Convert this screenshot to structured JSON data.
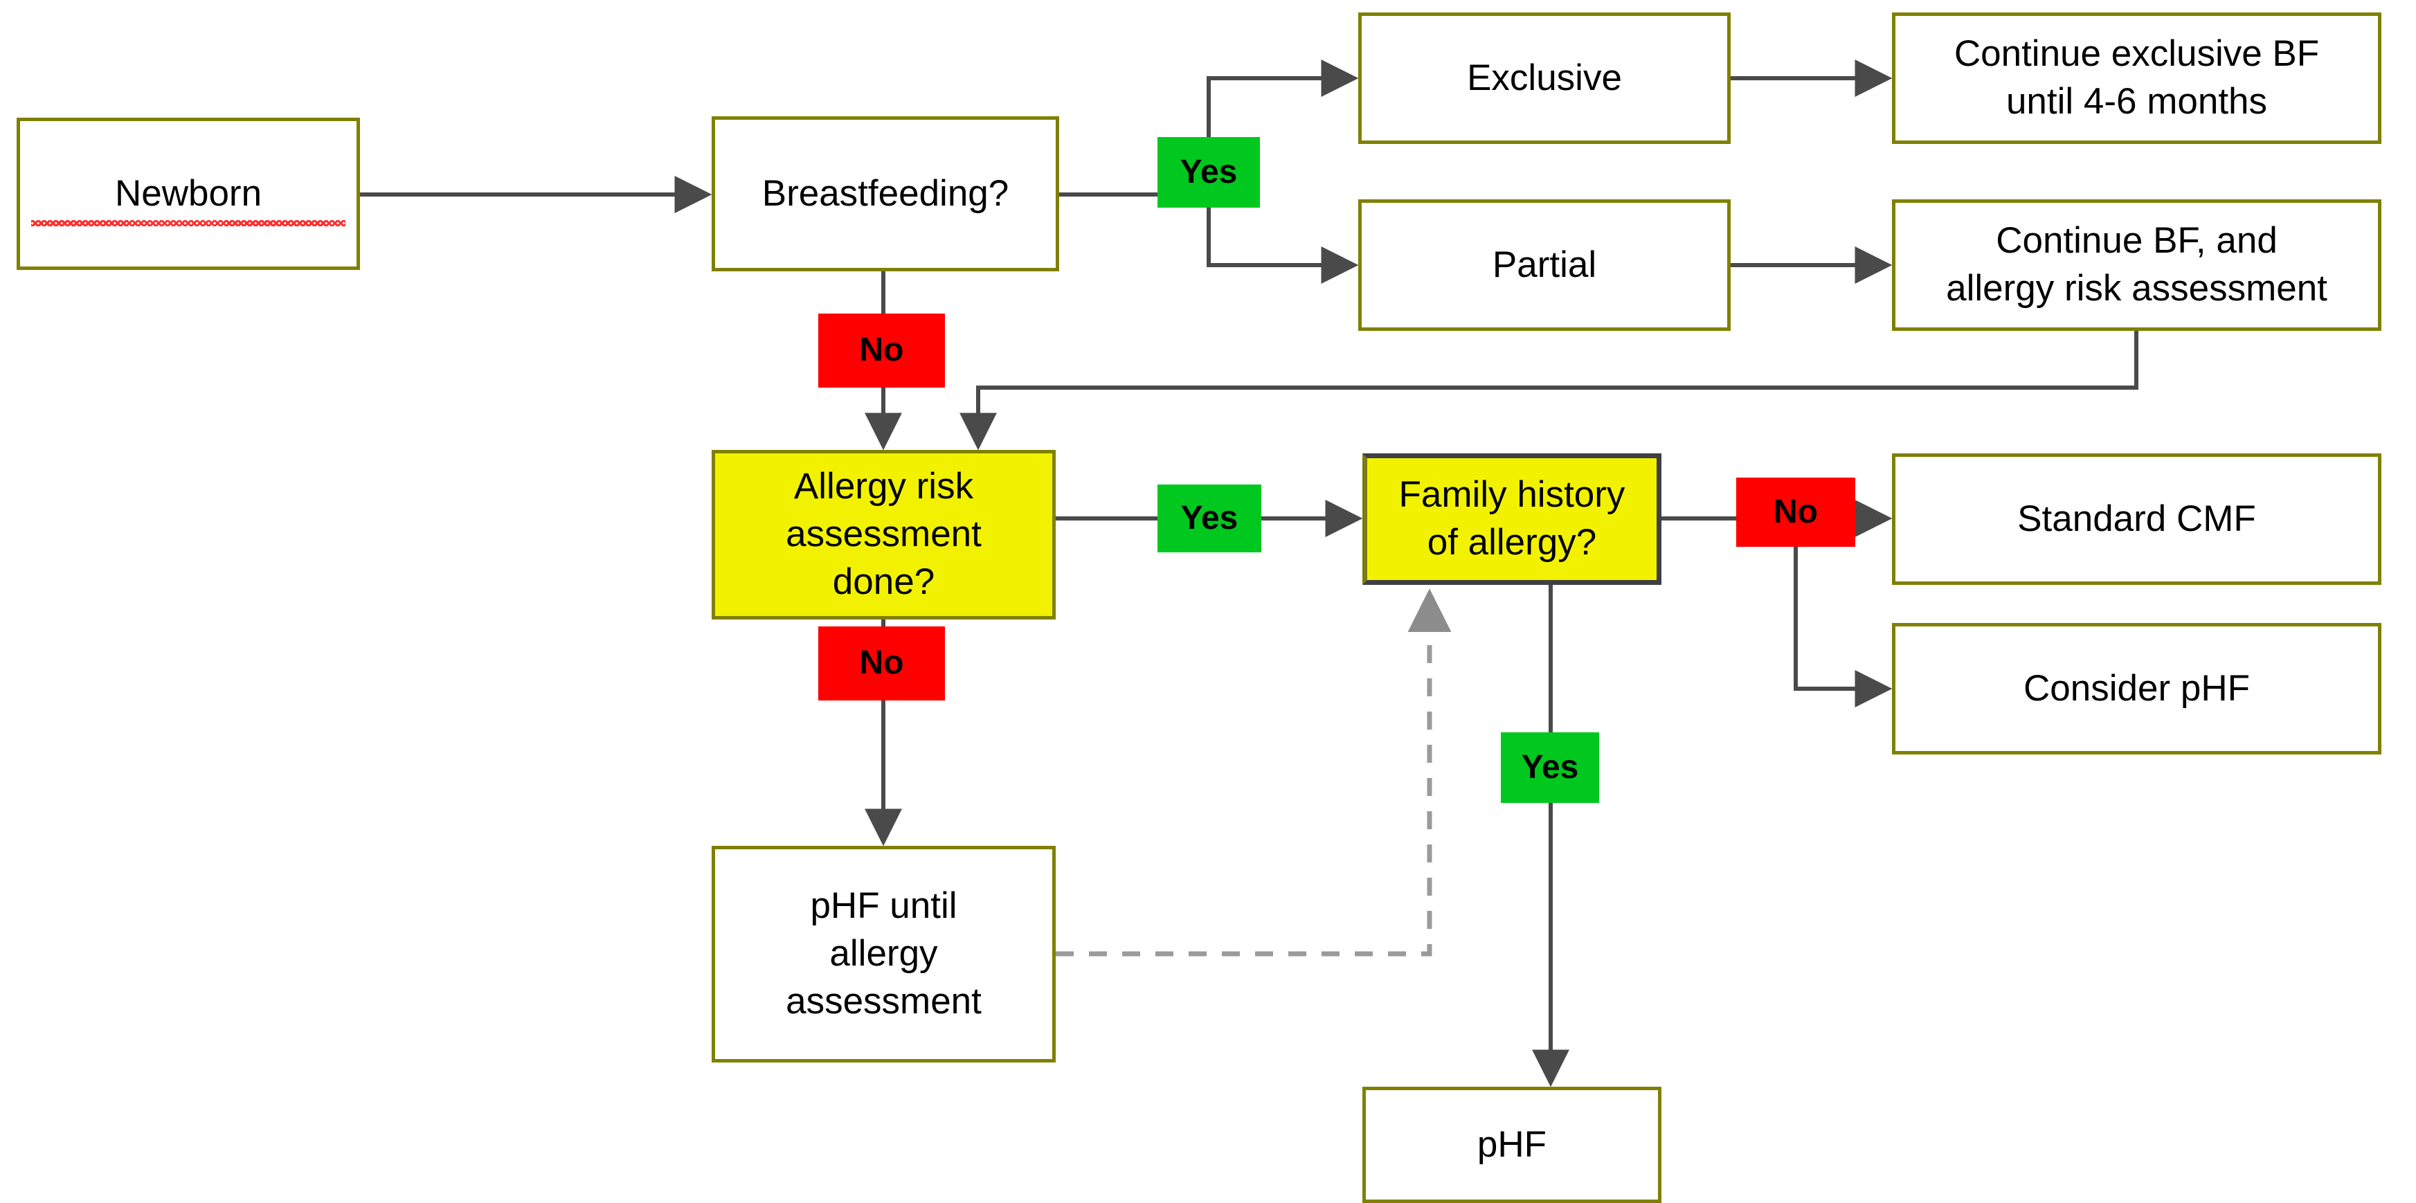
{
  "diagram": {
    "title": "Newborn feeding and allergy-risk decision flowchart",
    "colors": {
      "box_border": "#808000",
      "box_fill": "#FFFFFF",
      "decision_fill": "#F2F200",
      "yes_chip": "#00C81E",
      "no_chip": "#FF0000",
      "edge": "#4A4A4A",
      "dashed_edge": "#9A9A9A",
      "selected_border": "#3F3F46",
      "spellcheck_underline": "#FF2222"
    },
    "nodes": [
      {
        "id": "newborn",
        "label": "Newborn",
        "kind": "process",
        "misspelled": true
      },
      {
        "id": "breastfeeding",
        "label": "Breastfeeding?",
        "kind": "process"
      },
      {
        "id": "exclusive",
        "label": "Exclusive",
        "kind": "process"
      },
      {
        "id": "continue_excl",
        "label": "Continue exclusive BF\nuntil 4-6 months",
        "kind": "process"
      },
      {
        "id": "partial",
        "label": "Partial",
        "kind": "process"
      },
      {
        "id": "continue_bf",
        "label": "Continue BF, and\nallergy risk assessment",
        "kind": "process"
      },
      {
        "id": "risk_done",
        "label": "Allergy risk\nassessment\ndone?",
        "kind": "decision"
      },
      {
        "id": "family_history",
        "label": "Family history\nof allergy?",
        "kind": "decision",
        "selected": true
      },
      {
        "id": "standard_cmf",
        "label": "Standard CMF",
        "kind": "process"
      },
      {
        "id": "consider_phf",
        "label": "Consider pHF",
        "kind": "process"
      },
      {
        "id": "phf_until",
        "label": "pHF until\nallergy\nassessment",
        "kind": "process"
      },
      {
        "id": "phf",
        "label": "pHF",
        "kind": "process"
      }
    ],
    "edge_labels": [
      {
        "id": "bf_yes",
        "text": "Yes",
        "type": "yes",
        "from": "breastfeeding",
        "to": "exclusive / partial"
      },
      {
        "id": "bf_no",
        "text": "No",
        "type": "no",
        "from": "breastfeeding",
        "to": "risk_done"
      },
      {
        "id": "risk_yes",
        "text": "Yes",
        "type": "yes",
        "from": "risk_done",
        "to": "family_history"
      },
      {
        "id": "risk_no",
        "text": "No",
        "type": "no",
        "from": "risk_done",
        "to": "phf_until"
      },
      {
        "id": "family_no",
        "text": "No",
        "type": "no",
        "from": "family_history",
        "to": "standard_cmf / consider_phf"
      },
      {
        "id": "family_yes",
        "text": "Yes",
        "type": "yes",
        "from": "family_history",
        "to": "phf"
      }
    ],
    "edges": [
      {
        "from": "newborn",
        "to": "breastfeeding",
        "style": "solid"
      },
      {
        "from": "breastfeeding",
        "to": "exclusive",
        "style": "solid",
        "label": "Yes"
      },
      {
        "from": "breastfeeding",
        "to": "partial",
        "style": "solid",
        "label": "Yes"
      },
      {
        "from": "exclusive",
        "to": "continue_excl",
        "style": "solid"
      },
      {
        "from": "partial",
        "to": "continue_bf",
        "style": "solid"
      },
      {
        "from": "breastfeeding",
        "to": "risk_done",
        "style": "solid",
        "label": "No"
      },
      {
        "from": "continue_bf",
        "to": "risk_done",
        "style": "solid"
      },
      {
        "from": "risk_done",
        "to": "family_history",
        "style": "solid",
        "label": "Yes"
      },
      {
        "from": "risk_done",
        "to": "phf_until",
        "style": "solid",
        "label": "No"
      },
      {
        "from": "family_history",
        "to": "standard_cmf",
        "style": "solid",
        "label": "No"
      },
      {
        "from": "family_history",
        "to": "consider_phf",
        "style": "solid",
        "label": "No"
      },
      {
        "from": "family_history",
        "to": "phf",
        "style": "solid",
        "label": "Yes"
      },
      {
        "from": "phf_until",
        "to": "family_history",
        "style": "dashed"
      }
    ]
  }
}
